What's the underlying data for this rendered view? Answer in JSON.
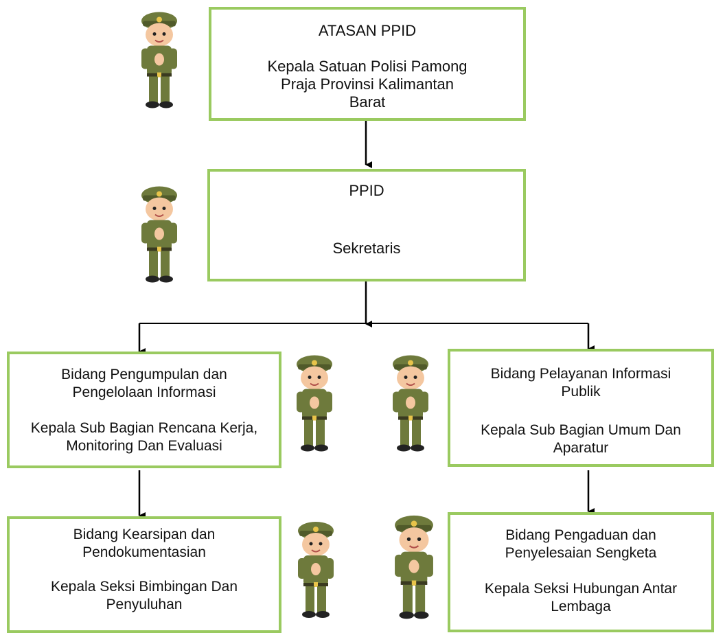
{
  "colors": {
    "box_border": "#9ACA60",
    "arrow": "#000000",
    "uniform": "#6E7A3C",
    "uniform_dark": "#505A2A",
    "skin": "#F4C7A0"
  },
  "boxes": {
    "atasan": {
      "title": "ATASAN PPID",
      "line1": "Kepala Satuan Polisi Pamong",
      "line2": "Praja Provinsi Kalimantan",
      "line3": "Barat"
    },
    "ppid": {
      "title": "PPID",
      "subtitle": "Sekretaris"
    },
    "pengumpulan": {
      "line1": "Bidang Pengumpulan dan",
      "line2": "Pengelolaan Informasi",
      "line3": "Kepala Sub Bagian Rencana Kerja,",
      "line4": "Monitoring Dan Evaluasi"
    },
    "pelayanan": {
      "line1": "Bidang Pelayanan Informasi",
      "line2": "Publik",
      "line3": "Kepala Sub Bagian Umum Dan",
      "line4": "Aparatur"
    },
    "kearsipan": {
      "line1": "Bidang Kearsipan dan",
      "line2": "Pendokumentasian",
      "line3": "Kepala Seksi Bimbingan Dan",
      "line4": "Penyuluhan"
    },
    "pengaduan": {
      "line1": "Bidang Pengaduan dan",
      "line2": "Penyelesaian Sengketa",
      "line3": "Kepala Seksi Hubungan Antar",
      "line4": "Lembaga"
    }
  },
  "icons": {
    "figure": "satpol-pp-officer-icon"
  }
}
